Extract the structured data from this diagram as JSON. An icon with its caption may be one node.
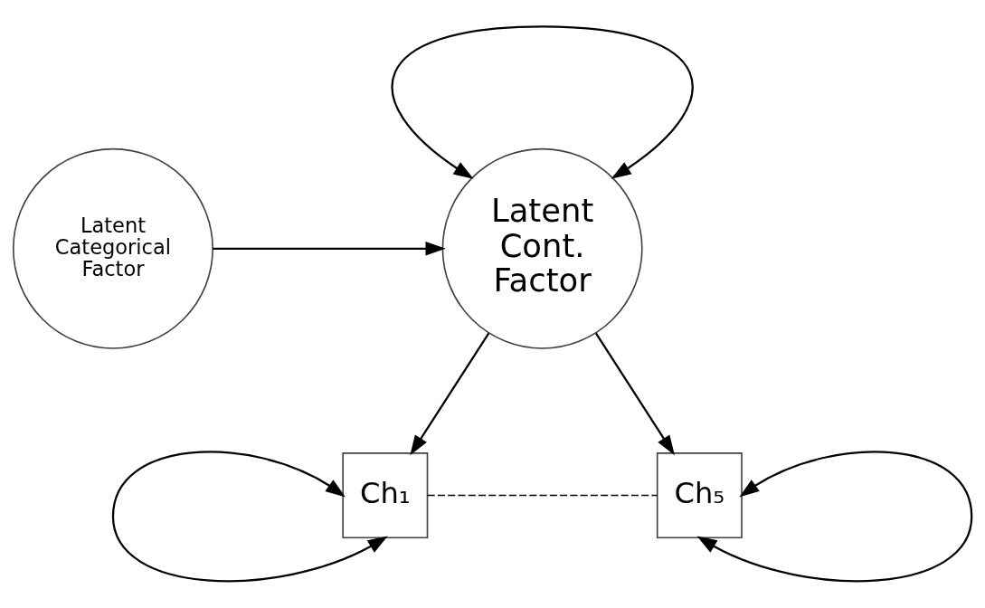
{
  "diagram": {
    "nodes": [
      {
        "text": [
          "Latent Categorical Factor"
        ]
      },
      {
        "text": [
          "Latent Cont. Factor"
        ]
      },
      {
        "text": [
          "Ch₁"
        ]
      },
      {
        "text": [
          "Ch₅"
        ]
      }
    ],
    "edges": [
      {
        "from": 0,
        "to": 1,
        "arrow": "to"
      },
      {
        "from": 1,
        "to": 1,
        "arrow": "both"
      },
      {
        "from": 1,
        "to": 2,
        "arrow": "to"
      },
      {
        "from": 1,
        "to": 3,
        "arrow": "to"
      },
      {
        "from": 2,
        "to": 2,
        "arrow": "both"
      },
      {
        "from": 2,
        "to": 3,
        "arrow": "none",
        "style": "dashed"
      },
      {
        "from": 3,
        "to": 3,
        "arrow": "both"
      }
    ]
  }
}
